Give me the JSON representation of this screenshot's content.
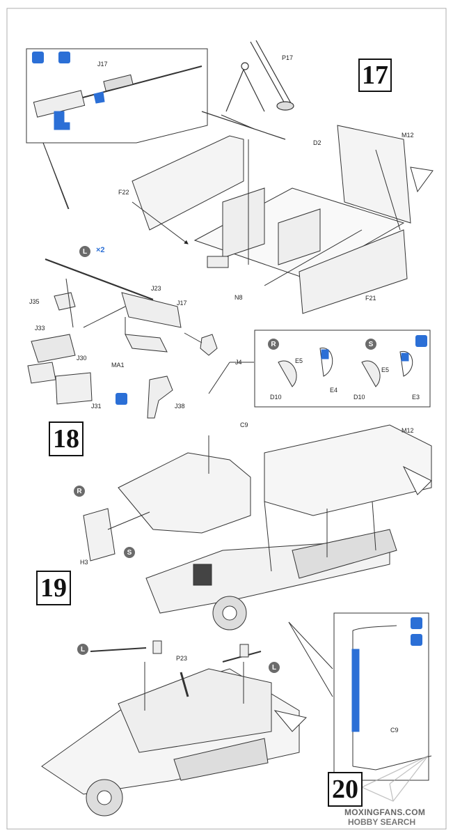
{
  "steps": {
    "s17": "17",
    "s18": "18",
    "s19": "19",
    "s20": "20"
  },
  "part_labels": {
    "J17a": "J17",
    "P17": "P17",
    "D2": "D2",
    "M12a": "M12",
    "F22": "F22",
    "N8": "N8",
    "F21": "F21",
    "J23": "J23",
    "J17b": "J17",
    "J35": "J35",
    "J33": "J33",
    "J30": "J30",
    "MA1": "MA1",
    "J4": "J4",
    "J31": "J31",
    "J38": "J38",
    "E5a": "E5",
    "E4": "E4",
    "D10a": "D10",
    "E5b": "E5",
    "D10b": "D10",
    "E3": "E3",
    "C9a": "C9",
    "M12b": "M12",
    "H3": "H3",
    "P23": "P23",
    "C9b": "C9"
  },
  "symbols": {
    "L1": "L",
    "R1": "R",
    "S1": "S",
    "R2": "R",
    "S2": "S",
    "L2": "L",
    "L3": "L"
  },
  "qty_badge": "×2",
  "colors": {
    "accent": "#2b6fd6",
    "ink": "#222222",
    "symbol_gray": "#6b6b6b"
  },
  "watermark": {
    "line1": "MOXINGFANS.COM",
    "line2": "HOBBY SEARCH"
  },
  "icons": [
    "paint-icon",
    "decal-icon",
    "cement-icon",
    "cut-icon"
  ]
}
